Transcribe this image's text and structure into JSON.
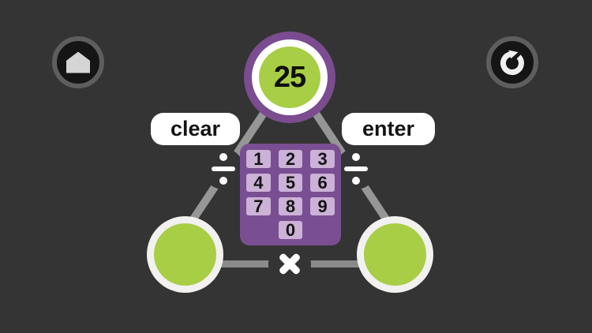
{
  "colors": {
    "background": "#343434",
    "keypad_purple": "#7a4e92",
    "key_lavender": "#cbb2d6",
    "ring_purple": "#7b4c90",
    "lime_green": "#a8ce46",
    "edge_gray": "#969696",
    "pill_white": "#ffffff",
    "icon_ring_gray": "#5e5e5e",
    "icon_bg_dark": "#151515",
    "text_black": "#141414"
  },
  "icons": {
    "home": "home-icon",
    "refresh": "refresh-icon",
    "divide": "divide-icon",
    "multiply": "multiply-icon"
  },
  "puzzle": {
    "top_value": "25",
    "clear_label": "clear",
    "enter_label": "enter",
    "operators": {
      "left": "÷",
      "right": "÷",
      "bottom": "×"
    },
    "keypad_keys": [
      "1",
      "2",
      "3",
      "4",
      "5",
      "6",
      "7",
      "8",
      "9",
      "0"
    ]
  }
}
